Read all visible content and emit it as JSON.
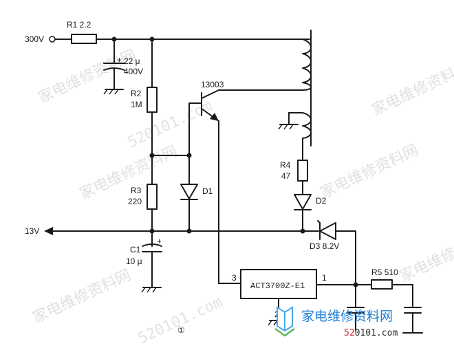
{
  "labels": {
    "v300": "300V",
    "r1": "R1  2.2",
    "c_top_val": "22 μ",
    "c_top_v": "400V",
    "r2_name": "R2",
    "r2_val": "1M",
    "transistor": "13003",
    "r4_name": "R4",
    "r4_val": "47",
    "r3_name": "R3",
    "r3_val": "220",
    "d1": "D1",
    "d2": "D2",
    "v13": "13V",
    "d3": "D3  8.2V",
    "c1_name": "C1",
    "c1_val": "10 μ",
    "ic_name": "ACT3700Z-E1",
    "pin3": "3",
    "pin1": "1",
    "pin2": "2",
    "r5": "R5  510",
    "circled": "①"
  },
  "watermarks": [
    "家电维修资料网",
    "520101.com",
    "家电维修资料网",
    "家电维修资料网",
    "家电维修资料网",
    "520101.com",
    "家电维修资料网",
    "家电维修"
  ],
  "site_logo": {
    "name": "家电维修资料网",
    "url_red": "52",
    "url_rest": "0101.com"
  },
  "colors": {
    "wire": "#1a1a1a",
    "watermark": "#c8c8c8",
    "site_blue": "#1e7fd6",
    "site_red": "#d9262b"
  }
}
